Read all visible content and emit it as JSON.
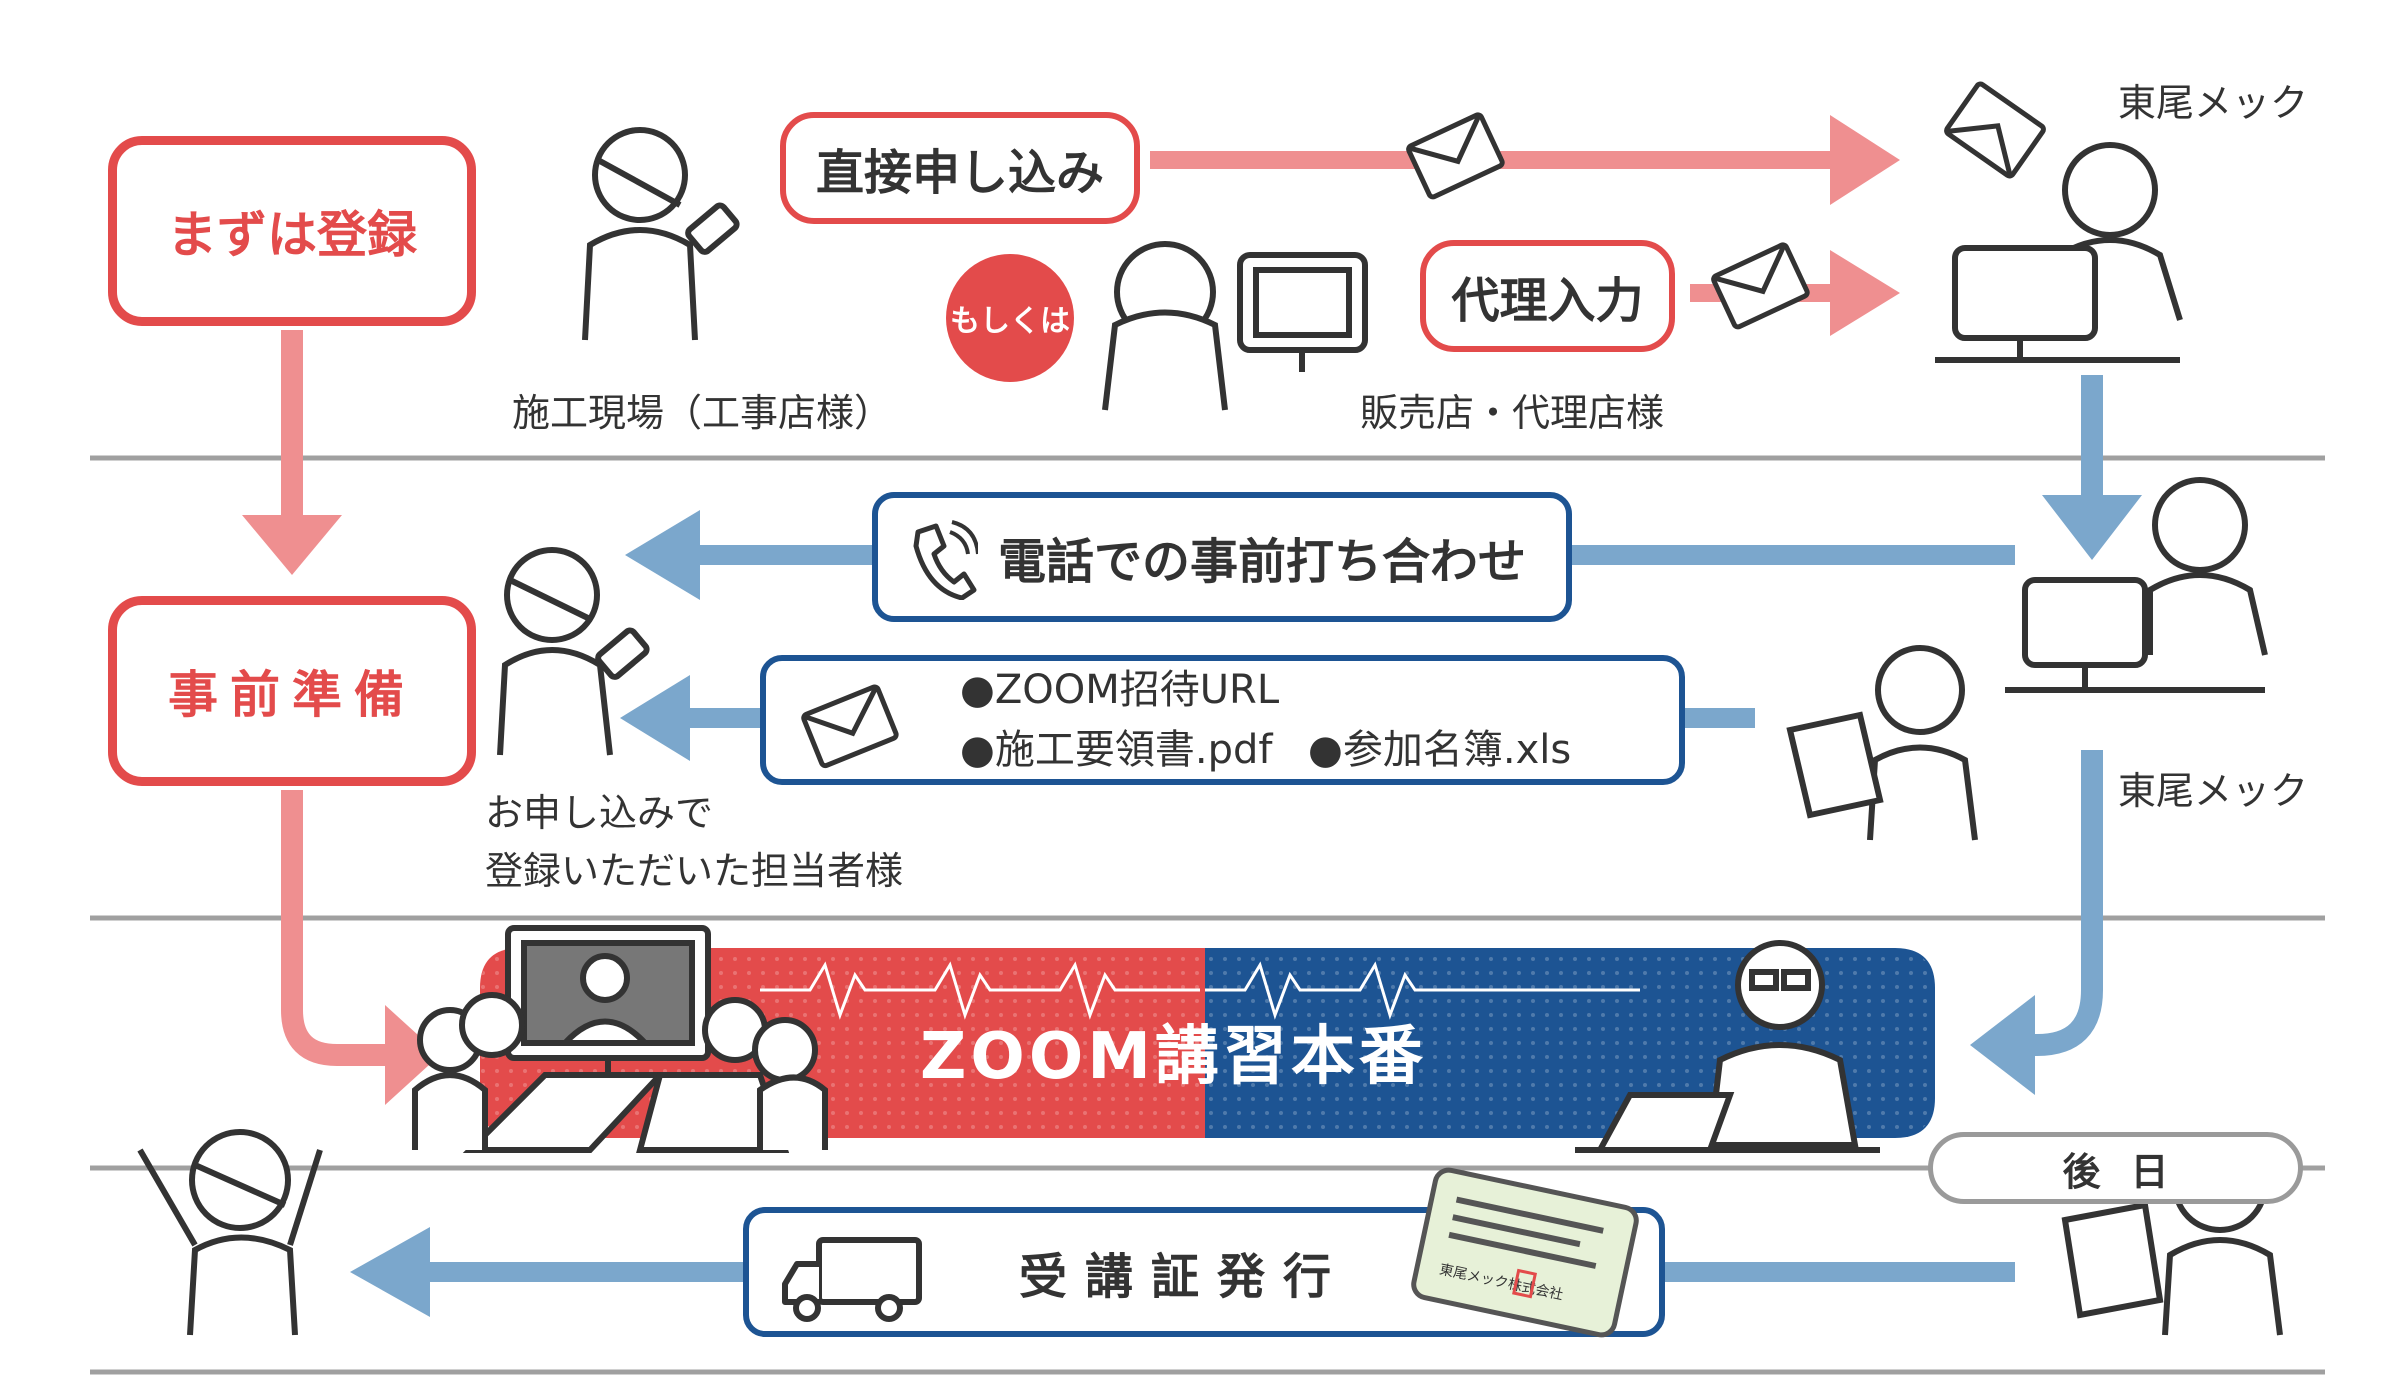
{
  "colors": {
    "red": "#e34b4b",
    "pink_arrow": "#ef8f90",
    "blue_arrow": "#7ba7cc",
    "navy": "#1d5493",
    "gray_line": "#a0a0a0"
  },
  "steps": {
    "register": "まずは登録",
    "prepare": "事前準備"
  },
  "row1": {
    "direct_apply": "直接申し込み",
    "or_badge": "もしくは",
    "proxy_input": "代理入力",
    "site_label": "施工現場（工事店様）",
    "dealer_label": "販売店・代理店様",
    "company_label_top": "東尾メック"
  },
  "row2": {
    "phone_meeting": "電話での事前打ち合わせ",
    "mail_items": [
      "●ZOOM招待URL",
      "●施工要領書.pdf",
      "●参加名簿.xls"
    ],
    "recipient_line1": "お申し込みで",
    "recipient_line2": "登録いただいた担当者様",
    "company_label_mid": "東尾メック"
  },
  "row3": {
    "banner": "ZOOM講習本番"
  },
  "row4": {
    "later": "後日",
    "certificate": "受講証発行",
    "card_text": "東尾メック株式会社"
  },
  "icons": [
    "envelope-icon",
    "phone-icon",
    "truck-icon",
    "certificate-card-icon",
    "monitor-icon"
  ]
}
